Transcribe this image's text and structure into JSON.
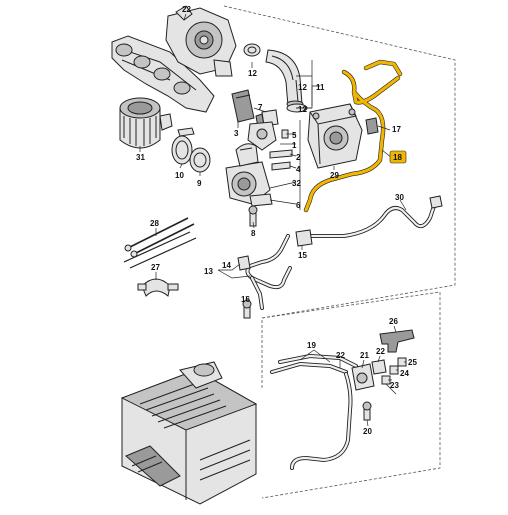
{
  "callouts": [
    {
      "id": "c1",
      "text": "1"
    },
    {
      "id": "c2",
      "text": "2"
    },
    {
      "id": "c3",
      "text": "3"
    },
    {
      "id": "c4",
      "text": "4"
    },
    {
      "id": "c5",
      "text": "5"
    },
    {
      "id": "c6",
      "text": "6"
    },
    {
      "id": "c7",
      "text": "7"
    },
    {
      "id": "c8",
      "text": "8"
    },
    {
      "id": "c9",
      "text": "9"
    },
    {
      "id": "c10",
      "text": "10"
    },
    {
      "id": "c11",
      "text": "11"
    },
    {
      "id": "c12a",
      "text": "12"
    },
    {
      "id": "c12b",
      "text": "12"
    },
    {
      "id": "c12c",
      "text": "12"
    },
    {
      "id": "c13",
      "text": "13"
    },
    {
      "id": "c14",
      "text": "14"
    },
    {
      "id": "c15",
      "text": "15"
    },
    {
      "id": "c16",
      "text": "16"
    },
    {
      "id": "c17",
      "text": "17"
    },
    {
      "id": "c18",
      "text": "18"
    },
    {
      "id": "c19",
      "text": "19"
    },
    {
      "id": "c20",
      "text": "20"
    },
    {
      "id": "c21",
      "text": "21"
    },
    {
      "id": "c22",
      "text": "22"
    },
    {
      "id": "c23",
      "text": "23"
    },
    {
      "id": "c24",
      "text": "24"
    },
    {
      "id": "c25",
      "text": "25"
    },
    {
      "id": "c26",
      "text": "26"
    },
    {
      "id": "c27",
      "text": "27"
    },
    {
      "id": "c28",
      "text": "28"
    },
    {
      "id": "c29",
      "text": "29"
    },
    {
      "id": "c30",
      "text": "30"
    },
    {
      "id": "c31",
      "text": "31"
    },
    {
      "id": "c32",
      "text": "32"
    }
  ],
  "highlight_color": "#f2b600",
  "highlighted_part": "18"
}
